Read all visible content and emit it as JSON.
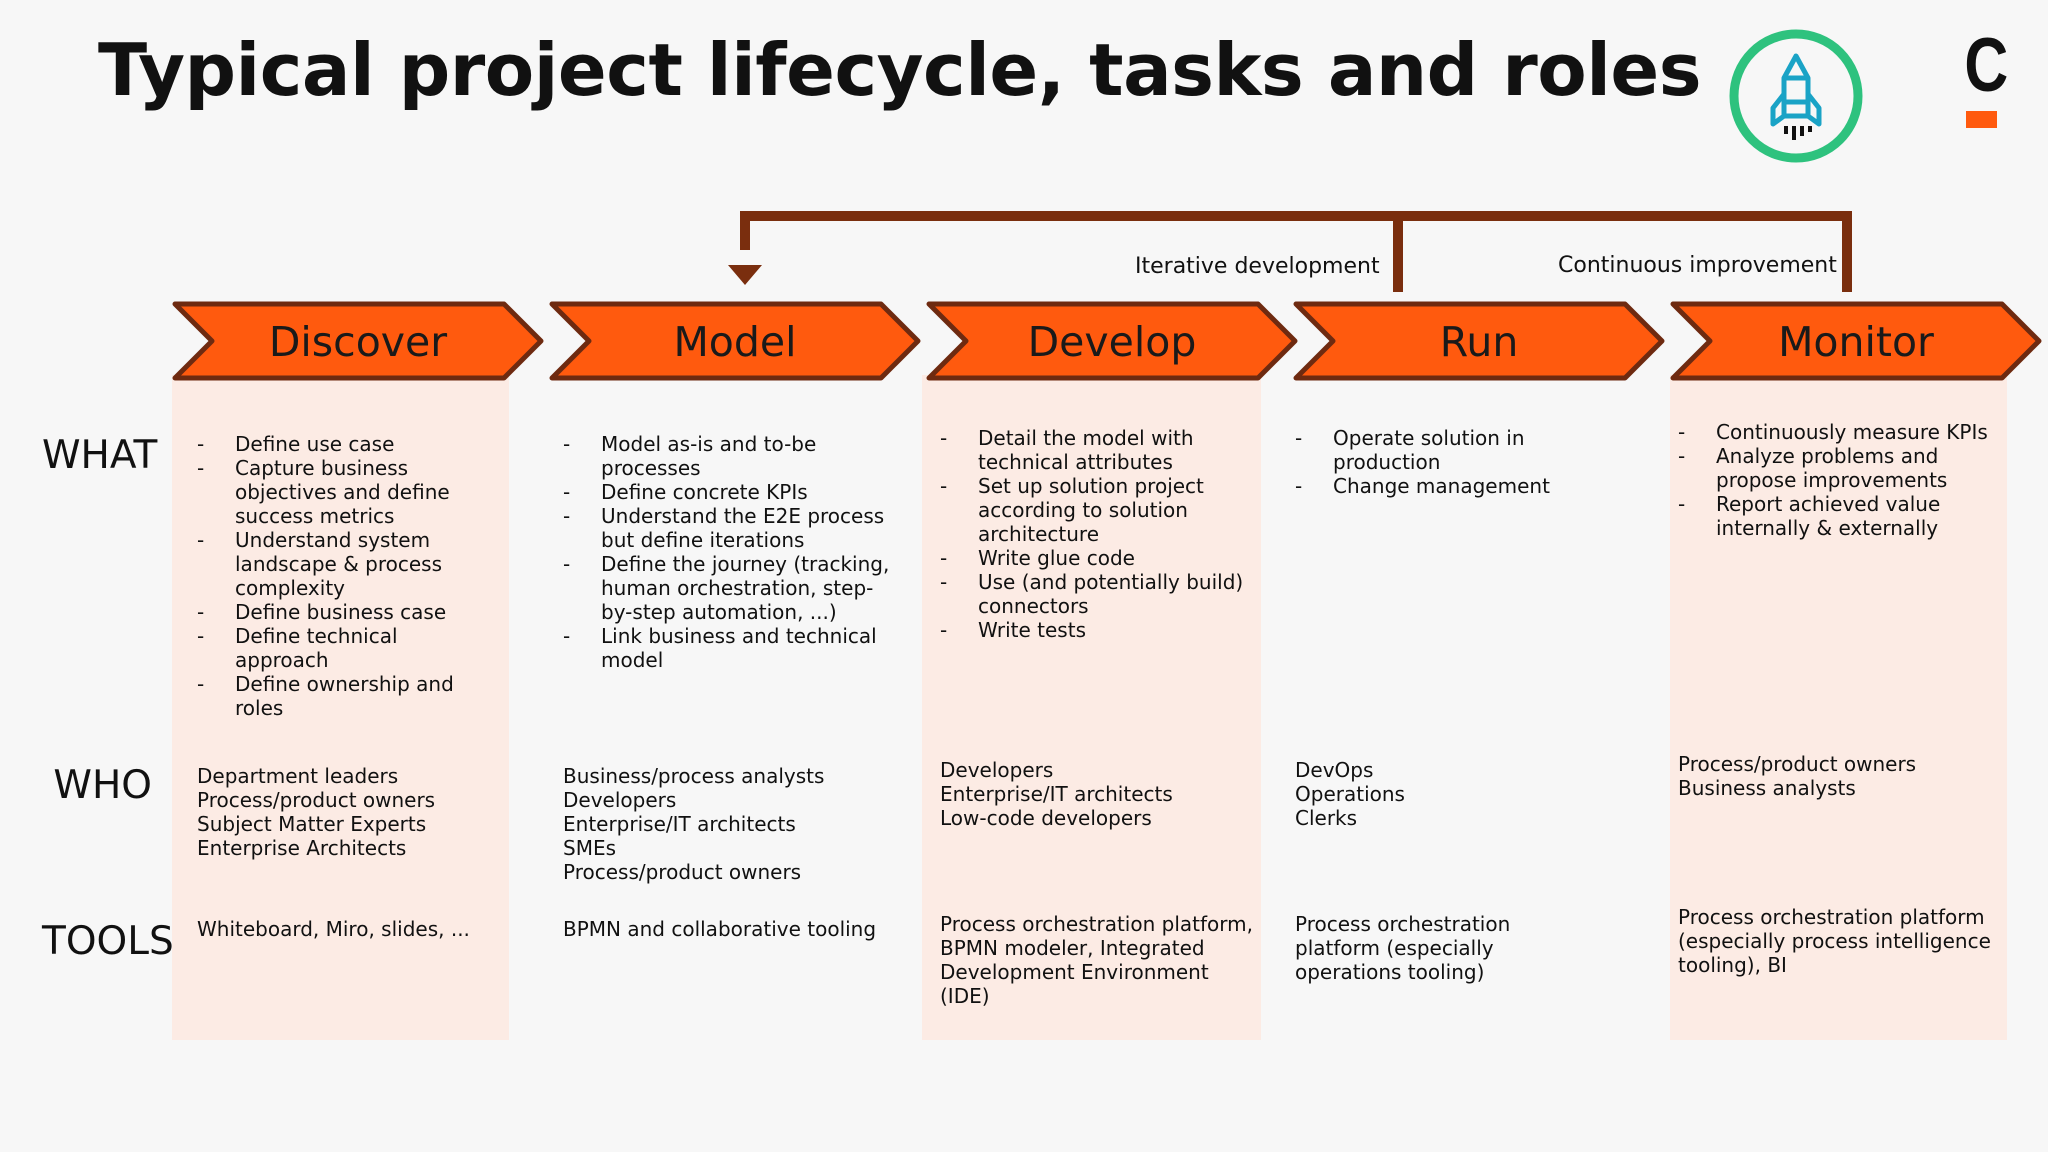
{
  "title": "Typical project lifecycle, tasks and roles",
  "brand": {
    "letter": "C",
    "accent": "#ff5a0e",
    "circle_color": "#2ec27e",
    "rocket_color": "#1aa3c6"
  },
  "colors": {
    "chevron_fill": "#ff5a0e",
    "chevron_stroke": "#6e2a10",
    "loop_color": "#7a2e0e",
    "column_bg": "#fcebe4"
  },
  "loop": {
    "iterative_label": "Iterative development",
    "continuous_label": "Continuous improvement"
  },
  "row_labels": {
    "what": "WHAT",
    "who": "WHO",
    "tools": "TOOLS"
  },
  "phases": [
    {
      "name": "Discover",
      "what": [
        "Define use case",
        "Capture business objectives and define success metrics",
        "Understand system landscape & process complexity",
        "Define business case",
        "Define technical approach",
        "Define ownership and roles"
      ],
      "who": [
        "Department leaders",
        "Process/product owners",
        "Subject Matter Experts",
        "Enterprise Architects"
      ],
      "tools": "Whiteboard, Miro, slides, ..."
    },
    {
      "name": "Model",
      "what": [
        "Model as-is and to-be processes",
        "Define concrete KPIs",
        "Understand the E2E process but define iterations",
        "Define the journey (tracking, human orchestration, step-by-step automation, ...)",
        "Link business and technical model"
      ],
      "who": [
        "Business/process analysts",
        "Developers",
        "Enterprise/IT architects",
        "SMEs",
        "Process/product owners"
      ],
      "tools": "BPMN and collaborative tooling"
    },
    {
      "name": "Develop",
      "what": [
        "Detail the model with technical attributes",
        "Set up solution project according to solution architecture",
        "Write glue code",
        "Use (and potentially build) connectors",
        "Write tests"
      ],
      "who": [
        "Developers",
        "Enterprise/IT architects",
        "Low-code developers"
      ],
      "tools": "Process orchestration platform, BPMN modeler, Integrated Development Environment (IDE)"
    },
    {
      "name": "Run",
      "what": [
        "Operate solution in production",
        "Change management"
      ],
      "who": [
        "DevOps",
        "Operations",
        "Clerks"
      ],
      "tools": "Process orchestration platform (especially operations tooling)"
    },
    {
      "name": "Monitor",
      "what": [
        "Continuously measure KPIs",
        "Analyze problems and propose improvements",
        "Report achieved value internally & externally"
      ],
      "who": [
        "Process/product owners",
        "Business analysts"
      ],
      "tools": "Process orchestration platform (especially process intelligence tooling), BI"
    }
  ]
}
